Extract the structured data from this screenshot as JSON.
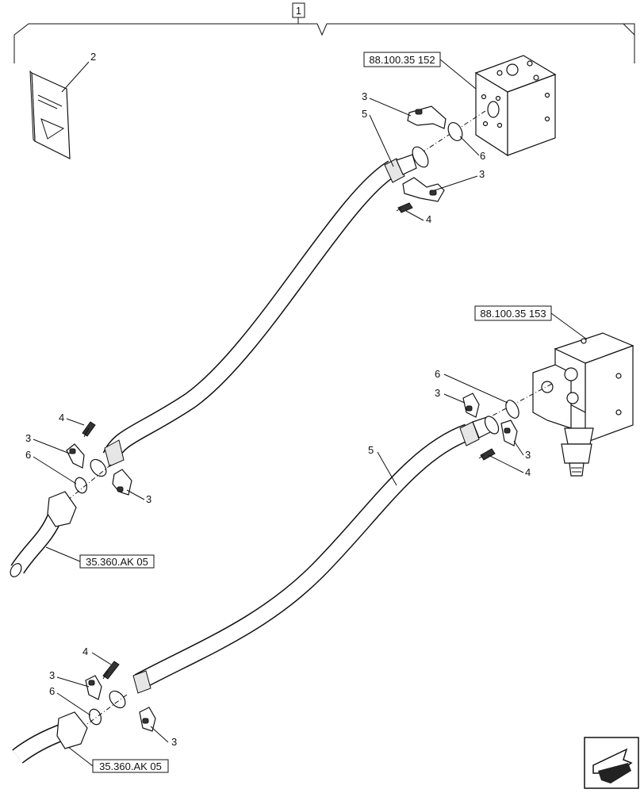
{
  "assembly_label": "1",
  "refs": {
    "valve_top": "88.100.35 152",
    "valve_mid": "88.100.35 153",
    "pipe_upper": "35.360.AK 05",
    "pipe_lower": "35.360.AK 05"
  },
  "callouts": {
    "manual": "2",
    "top_clamp_a": "3",
    "top_hose": "5",
    "top_oring": "6",
    "top_clamp_b": "3",
    "top_screw": "4",
    "left_screw": "4",
    "left_clamp_a": "3",
    "left_oring": "6",
    "left_clamp_b": "3",
    "mid_oring": "6",
    "mid_clamp_a": "3",
    "mid_hose": "5",
    "mid_clamp_b": "3",
    "mid_screw": "4",
    "bot_screw": "4",
    "bot_clamp_a": "3",
    "bot_oring": "6",
    "bot_clamp_b": "3"
  },
  "nav_icon": "next-page-arrow-icon"
}
